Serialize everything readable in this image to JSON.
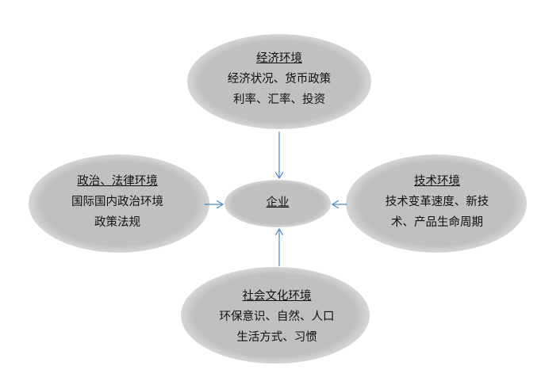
{
  "colors": {
    "ellipse_fill": "#c0c0c0",
    "ellipse_edge": "#d8d8d8",
    "arrow": "#4a86c8"
  },
  "nodes": {
    "economic": {
      "title": "经济环境",
      "lines": [
        "经济状况、货币政策",
        "利率、汇率、投资"
      ]
    },
    "political": {
      "title": "政治、法律环境",
      "lines": [
        "国际国内政治环境",
        "政策法规"
      ]
    },
    "center": {
      "title": "企业"
    },
    "technology": {
      "title": "技术环境",
      "lines": [
        "技术变革速度、新技",
        "术、产品生命周期"
      ]
    },
    "social": {
      "title": "社会文化环境",
      "lines": [
        "环保意识、自然、人口",
        "生活方式、习惯"
      ]
    }
  }
}
